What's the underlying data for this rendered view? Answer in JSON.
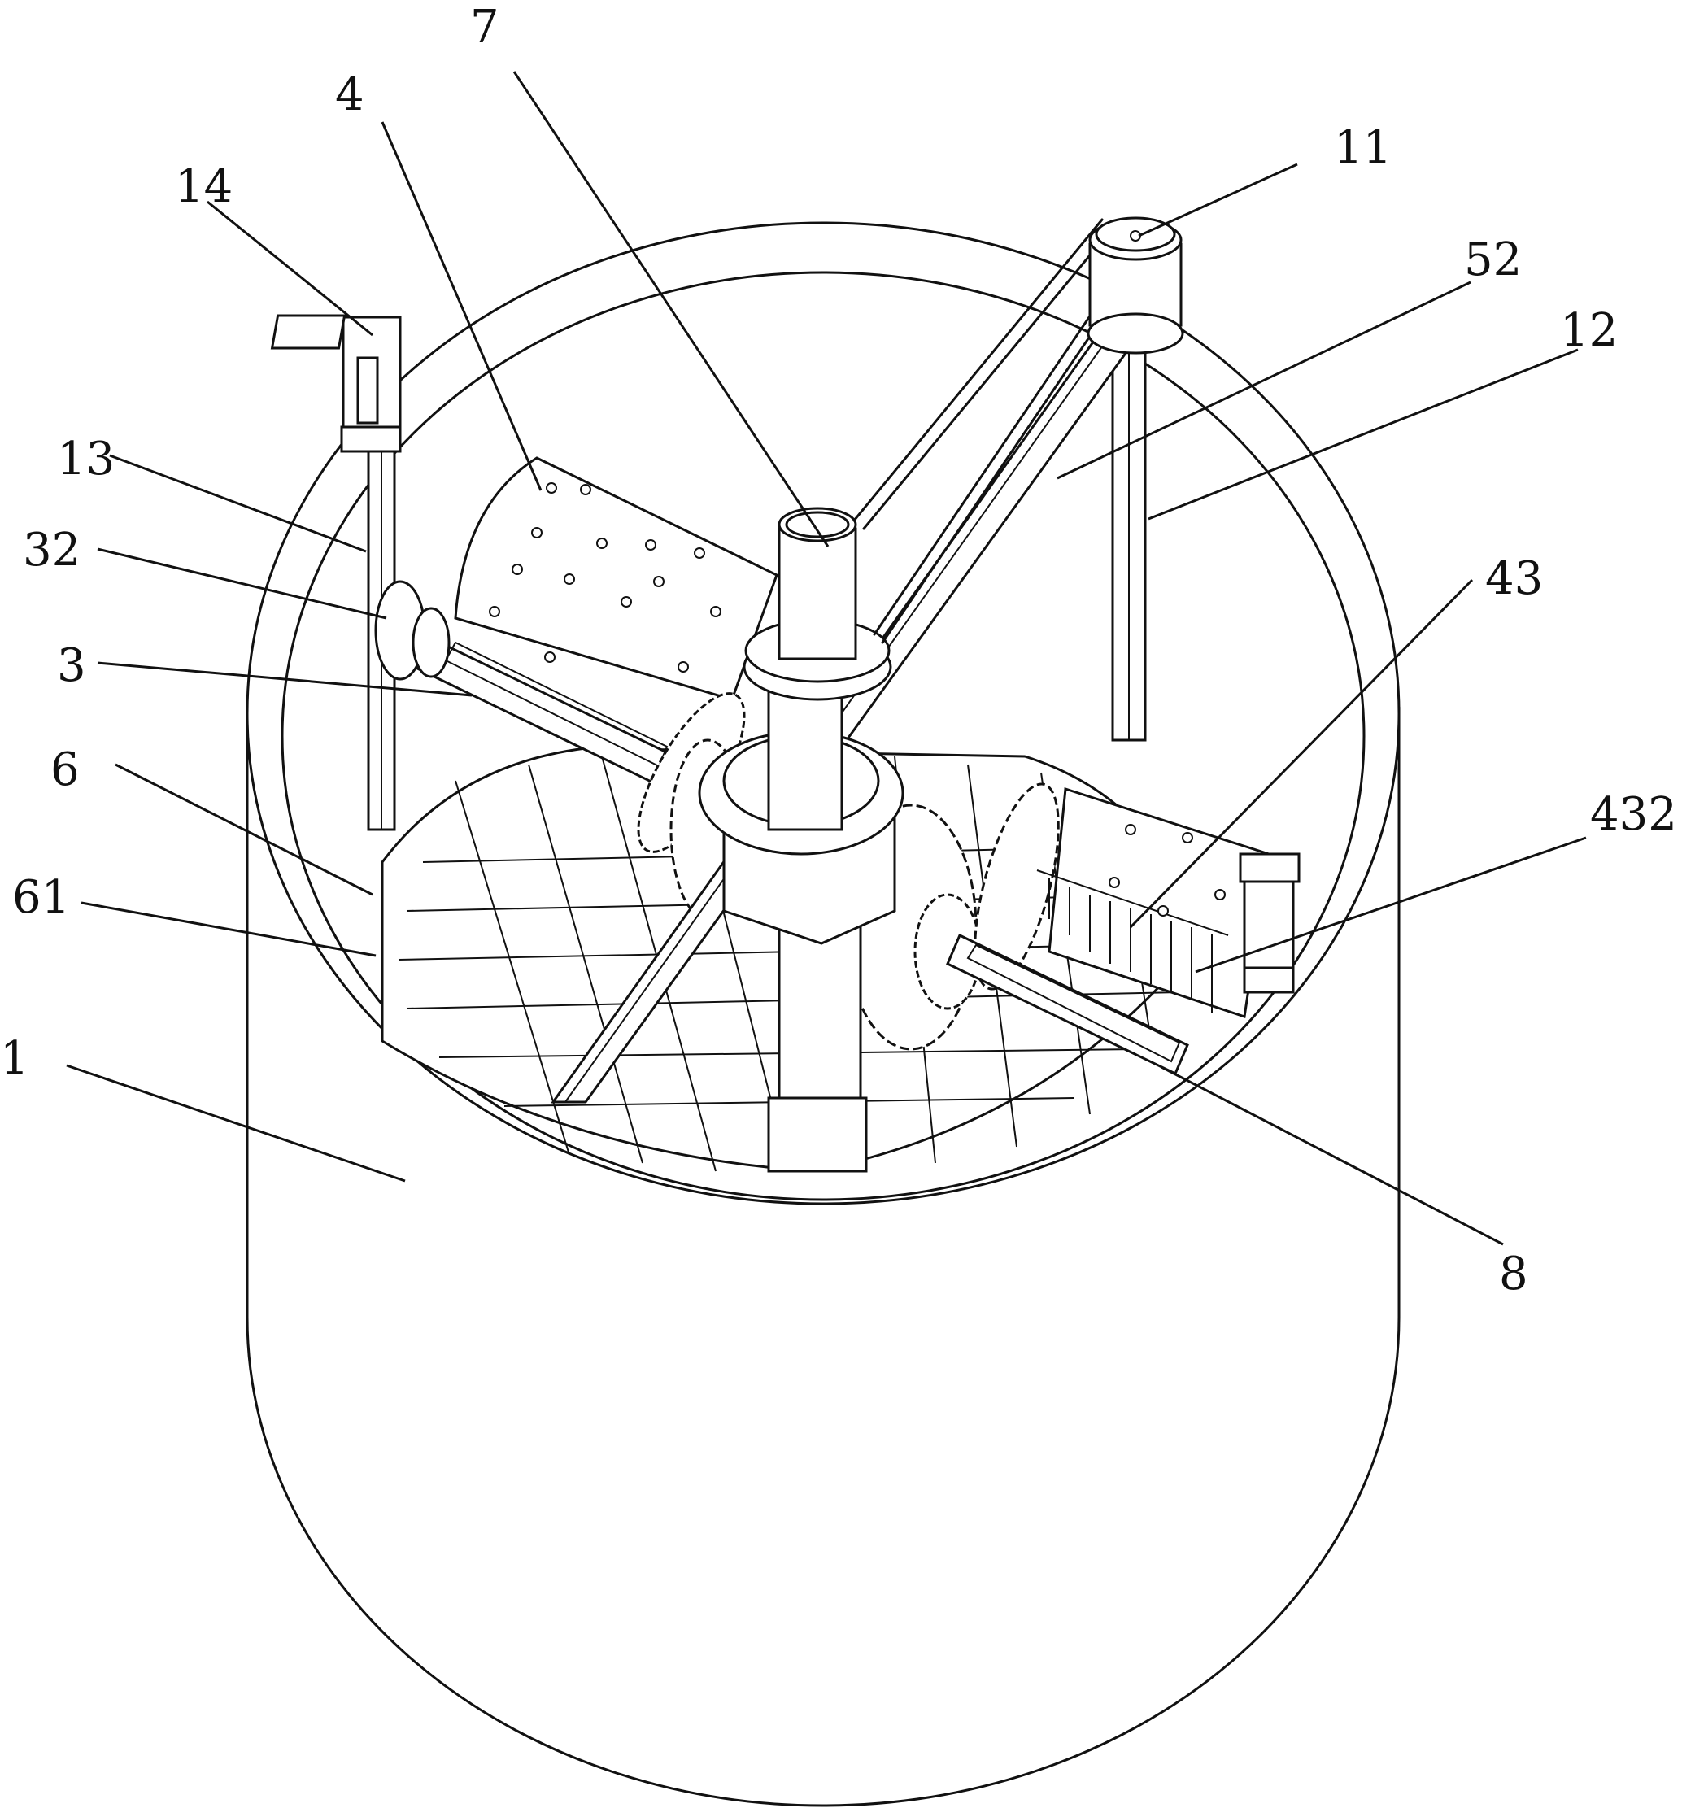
{
  "labels": {
    "l1": "1",
    "l3": "3",
    "l4": "4",
    "l6": "6",
    "l7": "7",
    "l8": "8",
    "l11": "11",
    "l12": "12",
    "l13": "13",
    "l14": "14",
    "l32": "32",
    "l43": "43",
    "l52": "52",
    "l61": "61",
    "l432": "432"
  }
}
